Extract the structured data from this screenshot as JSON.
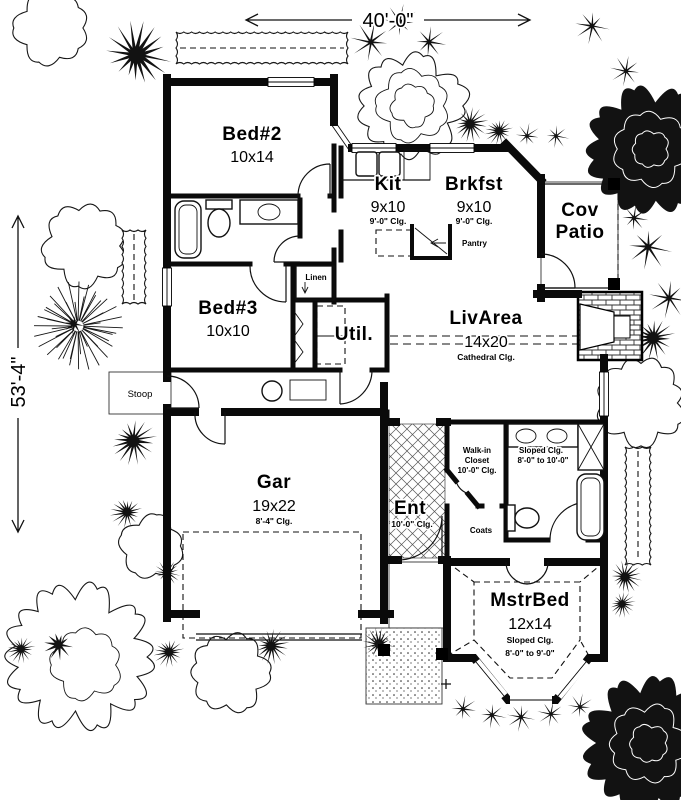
{
  "dimensions": {
    "width_label": "40'-0\"",
    "height_label": "53'-4\""
  },
  "rooms": {
    "bed2": {
      "name": "Bed#2",
      "size": "10x14"
    },
    "kit": {
      "name": "Kit",
      "size": "9x10",
      "ceiling": "9'-0\" Clg."
    },
    "brkfst": {
      "name": "Brkfst",
      "size": "9x10",
      "ceiling": "9'-0\" Clg."
    },
    "cov_patio": {
      "name_line1": "Cov",
      "name_line2": "Patio"
    },
    "bed3": {
      "name": "Bed#3",
      "size": "10x10"
    },
    "util": {
      "name": "Util."
    },
    "liv_area": {
      "name": "LivArea",
      "size": "14x20",
      "ceiling": "Cathedral Clg."
    },
    "garage": {
      "name": "Gar",
      "size": "19x22",
      "ceiling": "8'-4\" Clg."
    },
    "entry": {
      "name": "Ent",
      "ceiling": "10'-0\" Clg."
    },
    "walkin_closet": {
      "name_line1": "Walk-in",
      "name_line2": "Closet",
      "ceiling": "10'-0\" Clg."
    },
    "master_bath": {
      "ceiling_line1": "Sloped Clg.",
      "ceiling_line2": "8'-0\" to 10'-0\""
    },
    "master_bed": {
      "name": "MstrBed",
      "size": "12x14",
      "ceiling_line1": "Sloped Clg.",
      "ceiling_line2": "8'-0\" to 9'-0\""
    },
    "stoop": {
      "name": "Stoop"
    },
    "linen": {
      "name": "Linen"
    },
    "pantry": {
      "name": "Pantry"
    },
    "coats": {
      "name": "Coats"
    }
  }
}
